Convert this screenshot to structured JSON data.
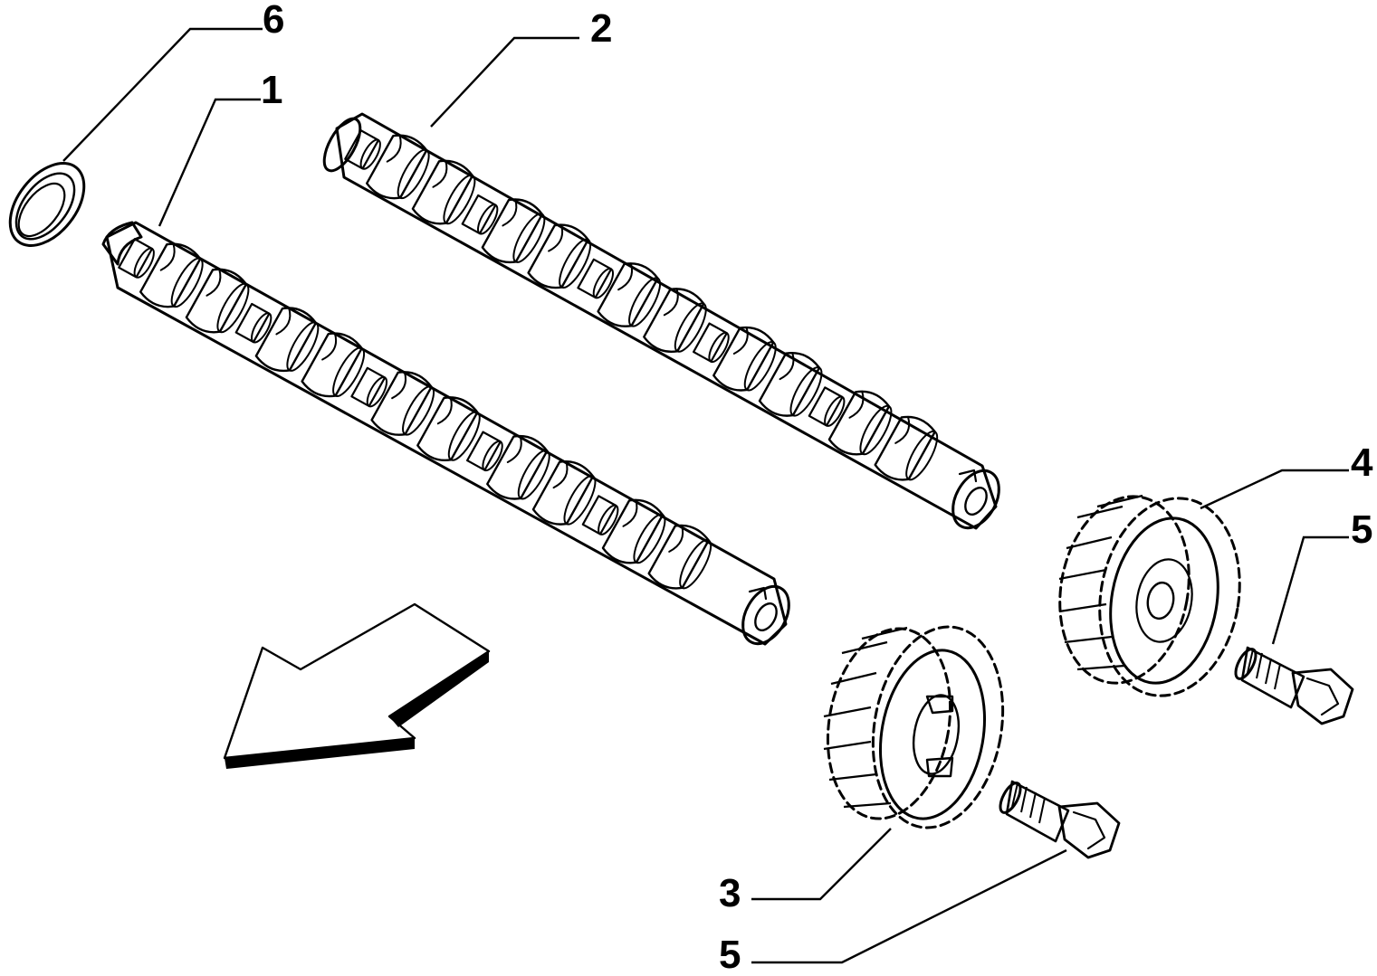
{
  "callouts": [
    {
      "id": "seal",
      "number": "6"
    },
    {
      "id": "camshaft-lower",
      "number": "1"
    },
    {
      "id": "camshaft-upper",
      "number": "2"
    },
    {
      "id": "gear-upper",
      "number": "4"
    },
    {
      "id": "bolt-upper",
      "number": "5"
    },
    {
      "id": "gear-lower",
      "number": "3"
    },
    {
      "id": "bolt-lower",
      "number": "5"
    }
  ],
  "colors": {
    "ink": "#000000",
    "paper": "#ffffff"
  },
  "icons": [
    "direction-arrow-icon"
  ]
}
